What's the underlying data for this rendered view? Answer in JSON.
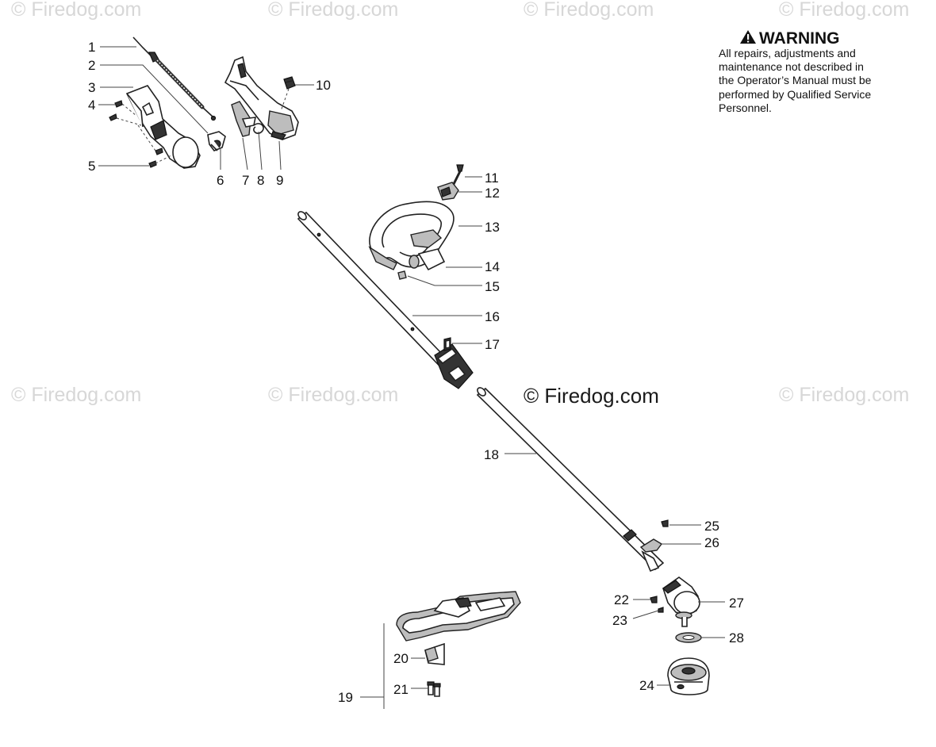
{
  "watermark": {
    "text": "© Firedog.com",
    "center_text": "© Firedog.com"
  },
  "warning": {
    "icon": "warning-triangle-icon",
    "title": "WARNING",
    "lines": [
      "All repairs, adjustments and",
      "maintenance not described in",
      "the Operator’s Manual must be",
      "performed by Qualified Service",
      "Personnel."
    ]
  },
  "callouts": [
    "1",
    "2",
    "3",
    "4",
    "5",
    "6",
    "7",
    "8",
    "9",
    "10",
    "11",
    "12",
    "13",
    "14",
    "15",
    "16",
    "17",
    "18",
    "19",
    "20",
    "21",
    "22",
    "23",
    "24",
    "25",
    "26",
    "27",
    "28"
  ]
}
